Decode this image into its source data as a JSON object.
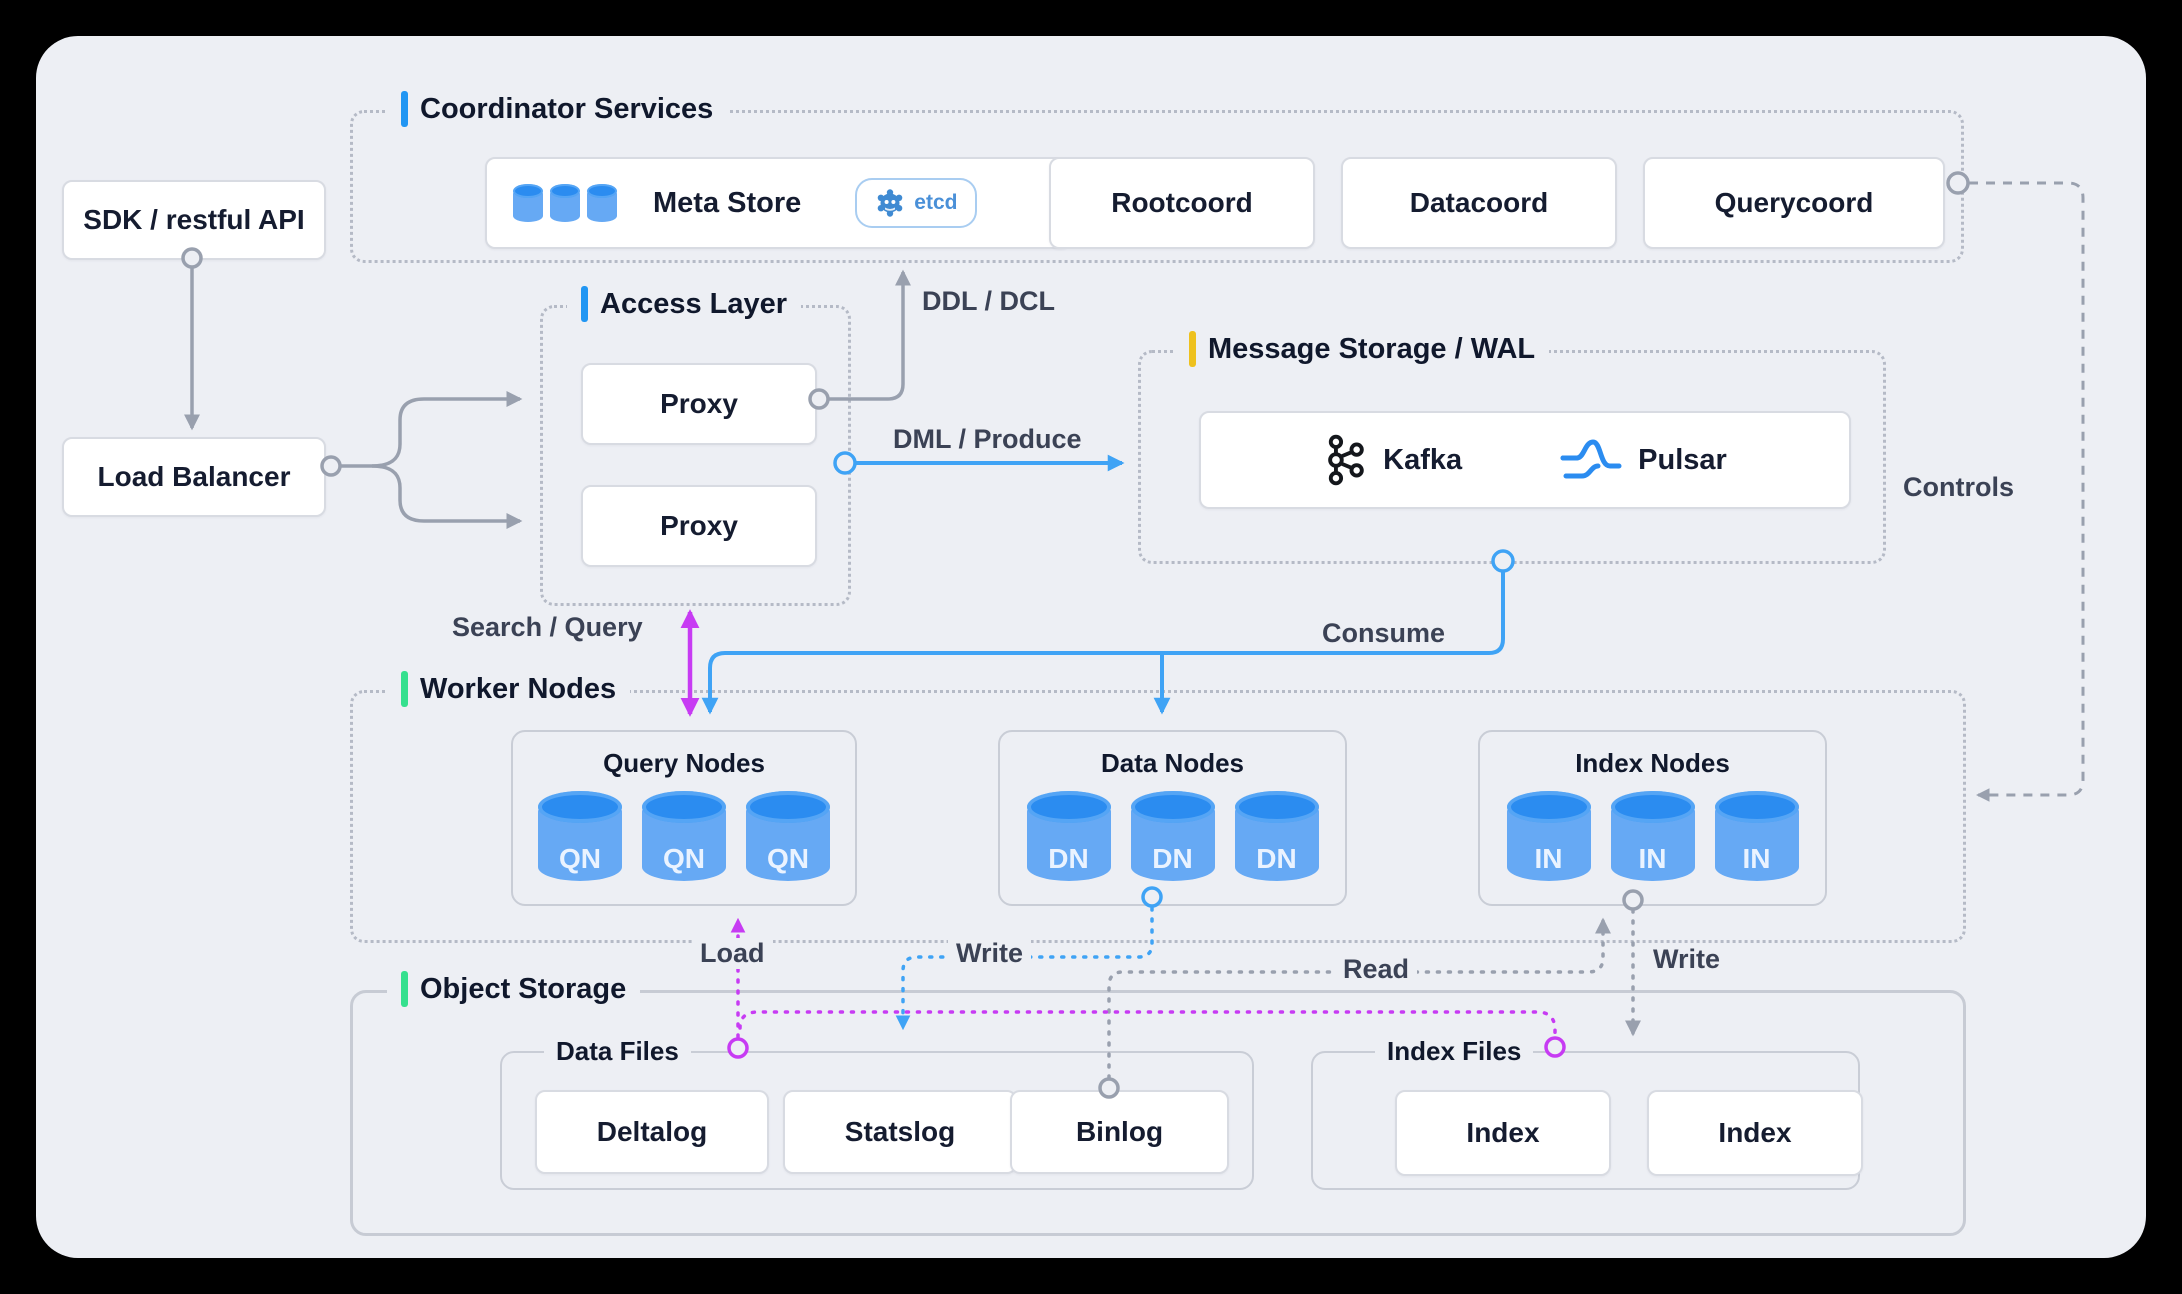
{
  "colors": {
    "panel_bg": "#edeff4",
    "accent_blue": "#2196f3",
    "accent_yellow": "#eec11e",
    "accent_green": "#35e08e",
    "arrow_gray": "#99a0ae",
    "arrow_blue": "#3fa3f5",
    "arrow_magenta": "#c73bf3",
    "cylinder_top": "#2b8cf0",
    "cylinder_body": "#66a9f4"
  },
  "nodes": {
    "sdk": "SDK / restful API",
    "load_balancer": "Load Balancer"
  },
  "coordinator": {
    "title": "Coordinator Services",
    "meta_store": {
      "label": "Meta Store",
      "badge": "etcd"
    },
    "services": [
      "Rootcoord",
      "Datacoord",
      "Querycoord"
    ]
  },
  "access_layer": {
    "title": "Access Layer",
    "proxies": [
      "Proxy",
      "Proxy"
    ]
  },
  "message_storage": {
    "title": "Message Storage / WAL",
    "brokers": [
      {
        "name": "Kafka"
      },
      {
        "name": "Pulsar"
      }
    ]
  },
  "worker_nodes": {
    "title": "Worker Nodes",
    "groups": [
      {
        "title": "Query Nodes",
        "node": "QN"
      },
      {
        "title": "Data Nodes",
        "node": "DN"
      },
      {
        "title": "Index Nodes",
        "node": "IN"
      }
    ]
  },
  "object_storage": {
    "title": "Object Storage",
    "data_files": {
      "title": "Data Files",
      "items": [
        "Deltalog",
        "Statslog",
        "Binlog"
      ]
    },
    "index_files": {
      "title": "Index Files",
      "items": [
        "Index",
        "Index"
      ]
    }
  },
  "edges": {
    "ddl": "DDL / DCL",
    "dml": "DML / Produce",
    "search": "Search / Query",
    "consume": "Consume",
    "controls": "Controls",
    "load": "Load",
    "write_data": "Write",
    "read": "Read",
    "write_index": "Write"
  }
}
